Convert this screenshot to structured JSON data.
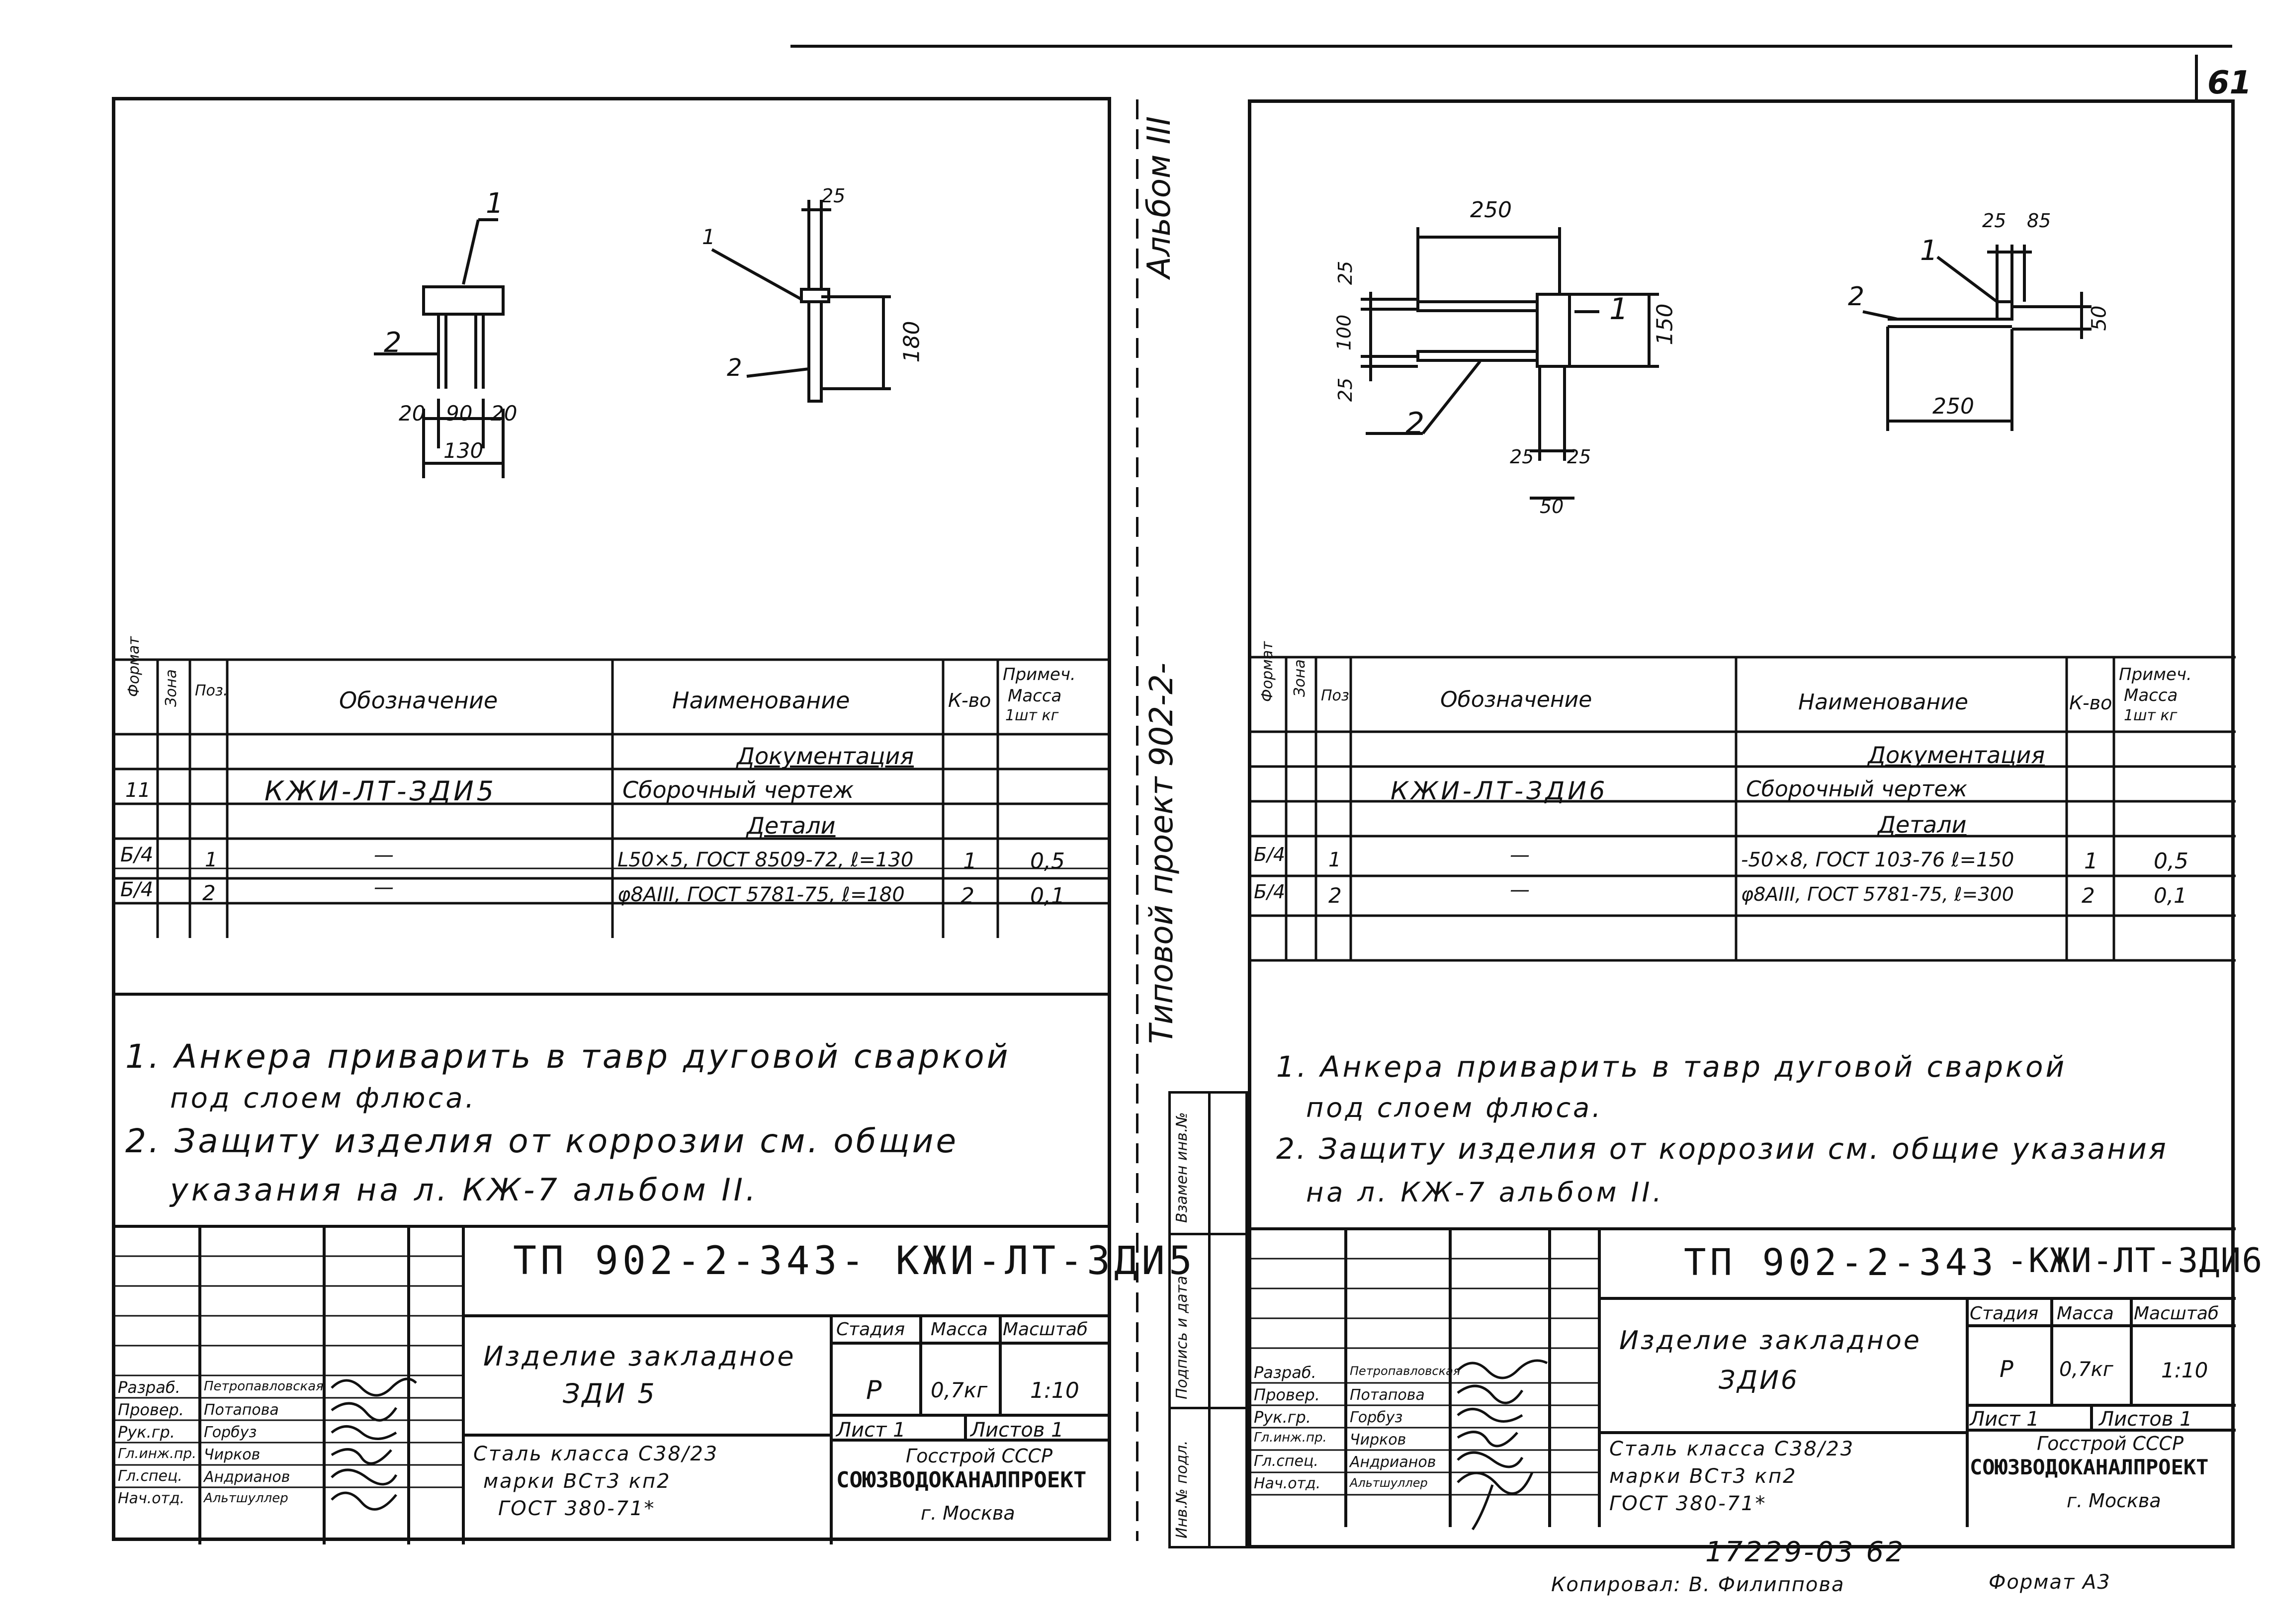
{
  "page_number": "61",
  "album_label": "Альбом III",
  "project_label": "Типовой проект 902-2-",
  "side_stamps": {
    "vzamen": "Взамен инв.№",
    "podpis": "Подпись и дата",
    "inv_podl": "Инв.№ подл."
  },
  "spec_headers": {
    "format": "Формат",
    "zona": "Зона",
    "poz": "Поз.",
    "oboznachenie": "Обозначение",
    "naimenovanie": "Наименование",
    "kvo": "К-во",
    "primech": "Примеч.",
    "massa": "Масса",
    "massa_unit": "1шт кг"
  },
  "left": {
    "drawing_dims": {
      "leader_1": "1",
      "leader_2": "2",
      "d20a": "20",
      "d90": "90",
      "d20b": "20",
      "d130": "130",
      "side_1": "1",
      "side_2": "2",
      "side_25": "25",
      "side_180": "180"
    },
    "spec_rows": {
      "section_docs": "Документация",
      "doc_format": "11",
      "doc_designation": "КЖИ-ЛТ-ЗДИ5",
      "doc_name": "Сборочный чертеж",
      "section_parts": "Детали",
      "r1_format": "Б/4",
      "r1_pos": "1",
      "r1_designation": "—",
      "r1_name": "L50×5, ГОСТ 8509-72, ℓ=130",
      "r1_qty": "1",
      "r1_mass": "0,5",
      "r2_format": "Б/4",
      "r2_pos": "2",
      "r2_designation": "—",
      "r2_name": "φ8АIII, ГОСТ 5781-75, ℓ=180",
      "r2_qty": "2",
      "r2_mass": "0,1"
    },
    "notes": {
      "n1a": "1. Анкера приварить в тавр дуговой сваркой",
      "n1b": "под слоем флюса.",
      "n2a": "2. Защиту изделия от коррозии см. общие",
      "n2b": "указания на л. КЖ-7 альбом II."
    },
    "title_block": {
      "code": "ТП 902-2-343- КЖИ-ЛТ-ЗДИ5",
      "item_title": "Изделие закладное",
      "item_sub": "ЗДИ 5",
      "stadiya": "Стадия",
      "massa": "Масса",
      "masshtab": "Масштаб",
      "stadiya_val": "Р",
      "massa_val": "0,7кг",
      "masshtab_val": "1:10",
      "list": "Лист 1",
      "listov": "Листов 1",
      "material_1": "Сталь класса С38/23",
      "material_2": "марки ВСт3 кп2",
      "material_3": "ГОСТ 380-71*",
      "org_1": "Госстрой СССР",
      "org_2": "СОЮЗВОДОКАНАЛПРОЕКТ",
      "org_3": "г. Москва",
      "roles": [
        "Разраб.",
        "Провер.",
        "Рук.гр.",
        "Гл.инж.пр.",
        "Гл.спец.",
        "Нач.отд."
      ],
      "names": [
        "Петропавловская",
        "Потапова",
        "Горбуз",
        "Чирков",
        "Андрианов",
        "Альтшуллер"
      ]
    }
  },
  "right": {
    "drawing_dims": {
      "d250_top": "250",
      "d25a": "25",
      "d100": "100",
      "d25b": "25",
      "d150": "150",
      "leader_1": "1",
      "leader_2": "2",
      "d25c": "25",
      "d25d": "25",
      "d50": "50",
      "s25": "25",
      "s85": "85",
      "s1": "1",
      "s2": "2",
      "s50": "50",
      "s250": "250"
    },
    "spec_rows": {
      "section_docs": "Документация",
      "doc_designation": "КЖИ-ЛТ-ЗДИ6",
      "doc_name": "Сборочный чертеж",
      "section_parts": "Детали",
      "r1_format": "Б/4",
      "r1_pos": "1",
      "r1_designation": "—",
      "r1_name": "-50×8, ГОСТ 103-76 ℓ=150",
      "r1_qty": "1",
      "r1_mass": "0,5",
      "r2_format": "Б/4",
      "r2_pos": "2",
      "r2_designation": "—",
      "r2_name": "φ8АIII, ГОСТ 5781-75, ℓ=300",
      "r2_qty": "2",
      "r2_mass": "0,1"
    },
    "notes": {
      "n1a": "1. Анкера приварить в тавр дуговой сваркой",
      "n1b": "под слоем флюса.",
      "n2a": "2. Защиту изделия от коррозии см. общие указания",
      "n2b": "на л. КЖ-7 альбом II."
    },
    "title_block": {
      "code_a": "ТП 902-2-343",
      "code_b": "-КЖИ-ЛТ-ЗДИ6",
      "item_title": "Изделие закладное",
      "item_sub": "ЗДИ6",
      "stadiya": "Стадия",
      "massa": "Масса",
      "masshtab": "Масштаб",
      "stadiya_val": "Р",
      "massa_val": "0,7кг",
      "masshtab_val": "1:10",
      "list": "Лист 1",
      "listov": "Листов 1",
      "material_1": "Сталь класса С38/23",
      "material_2": "марки ВСт3 кп2",
      "material_3": "ГОСТ 380-71*",
      "org_1": "Госстрой СССР",
      "org_2": "СОЮЗВОДОКАНАЛПРОЕКТ",
      "org_3": "г. Москва",
      "roles": [
        "Разраб.",
        "Провер.",
        "Рук.гр.",
        "Гл.инж.пр.",
        "Гл.спец.",
        "Нач.отд."
      ],
      "names": [
        "Петропавловская",
        "Потапова",
        "Горбуз",
        "Чирков",
        "Андрианов",
        "Альтшуллер"
      ]
    }
  },
  "footer": {
    "inventory": "17229-03 62",
    "copied": "Копировал: В. Филиппова",
    "format": "Формат А3"
  }
}
